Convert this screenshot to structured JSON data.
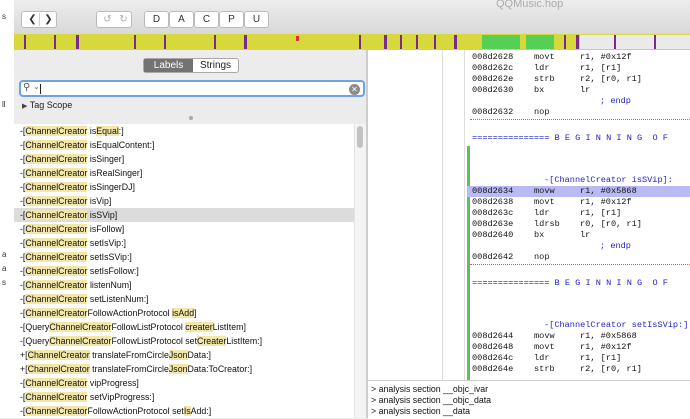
{
  "window": {
    "title": "QQMusic.hop"
  },
  "leftslit": {
    "lines": [
      "s",
      "ll",
      "a",
      "a",
      "s"
    ]
  },
  "toolbar": {
    "back_label": "❮",
    "forward_label": "❯",
    "undo_label": "↺",
    "redo_label": "↻",
    "mode_buttons": [
      "D",
      "A",
      "C",
      "P",
      "U"
    ]
  },
  "sidebar": {
    "tabs": {
      "labels": "Labels",
      "strings": "Strings"
    },
    "search": {
      "value": "",
      "icon": "magnifier-icon"
    },
    "tag_scope": "Tag Scope",
    "items": [
      {
        "pre": "-[",
        "hl": "ChannelCreator",
        "mid": " is",
        "hl2": "Equal",
        "post": ":]"
      },
      {
        "pre": "-[",
        "hl": "ChannelCreator",
        "mid": " is",
        "hl2": "",
        "post": "EqualContent:]"
      },
      {
        "pre": "-[",
        "hl": "ChannelCreator",
        "mid": " is",
        "hl2": "",
        "post": "Singer]"
      },
      {
        "pre": "-[",
        "hl": "ChannelCreator",
        "mid": " is",
        "hl2": "",
        "post": "RealSinger]"
      },
      {
        "pre": "-[",
        "hl": "ChannelCreator",
        "mid": " is",
        "hl2": "",
        "post": "SingerDJ]"
      },
      {
        "pre": "-[",
        "hl": "ChannelCreator",
        "mid": " is",
        "hl2": "",
        "post": "Vip]"
      },
      {
        "pre": "-[",
        "hl": "ChannelCreator",
        "mid": " is",
        "hl2": "",
        "post": "SVip]"
      },
      {
        "pre": "-[",
        "hl": "ChannelCreator",
        "mid": " is",
        "hl2": "",
        "post": "Follow]"
      },
      {
        "pre": "-[",
        "hl": "ChannelCreator",
        "mid": " setIs",
        "hl2": "",
        "post": "Vip:]"
      },
      {
        "pre": "-[",
        "hl": "ChannelCreator",
        "mid": " setIs",
        "hl2": "",
        "post": "SVip:]"
      },
      {
        "pre": "-[",
        "hl": "ChannelCreator",
        "mid": " setIs",
        "hl2": "",
        "post": "Follow:]"
      },
      {
        "pre": "-[",
        "hl": "ChannelCreator",
        "mid": " ",
        "hl2": "",
        "post": "listenNum]"
      },
      {
        "pre": "-[",
        "hl": "ChannelCreator",
        "mid": " setListenNum:]",
        "hl2": "",
        "post": ""
      },
      {
        "pre": "-[",
        "hl": "ChannelCreator",
        "mid": "FollowActionProtocol ",
        "hl2": "isAdd",
        "post": "]"
      },
      {
        "pre": "-[Query",
        "hl": "ChannelCreator",
        "mid": "FollowListProtocol ",
        "hl2": "creater",
        "post": "ListItem]"
      },
      {
        "pre": "-[Query",
        "hl": "ChannelCreator",
        "mid": "FollowListProtocol set",
        "hl2": "Creater",
        "post": "ListItem:]"
      },
      {
        "pre": "+[",
        "hl": "ChannelCreator",
        "mid": " translateFromCircle",
        "hl2": "Json",
        "post": "Data:]"
      },
      {
        "pre": "+[",
        "hl": "ChannelCreator",
        "mid": " translateFromCircle",
        "hl2": "Json",
        "post": "Data:ToCreator:]"
      },
      {
        "pre": "-[",
        "hl": "ChannelCreator",
        "mid": " vipProgress]",
        "hl2": "",
        "post": ""
      },
      {
        "pre": "-[",
        "hl": "ChannelCreator",
        "mid": " setVipProgress:]",
        "hl2": "",
        "post": ""
      },
      {
        "pre": "-[",
        "hl": "ChannelCreator",
        "mid": "FollowActionProtocol set",
        "hl2": "Is",
        "post": "Add:]"
      }
    ],
    "selected_index": 6
  },
  "disassembly": {
    "lines": [
      {
        "addr": "008d2628",
        "op": "movt",
        "args": "r1, #0x12f"
      },
      {
        "addr": "008d262c",
        "op": "ldr",
        "args": "r1, [r1]"
      },
      {
        "addr": "008d262e",
        "op": "strb",
        "args": "r2, [r0, r1]"
      },
      {
        "addr": "008d2630",
        "op": "bx",
        "args": "lr"
      },
      {
        "comment": "; endp"
      },
      {
        "addr": "008d2632",
        "op": "nop",
        "args": ""
      },
      {
        "sep": "=============== B E G I N N I N G  O F"
      },
      {
        "label": "-[ChannelCreator isSVip]:"
      },
      {
        "addr": "008d2634",
        "op": "movw",
        "args": "r1, #0x5868",
        "hi": true
      },
      {
        "addr": "008d2638",
        "op": "movt",
        "args": "r1, #0x12f"
      },
      {
        "addr": "008d263c",
        "op": "ldr",
        "args": "r1, [r1]"
      },
      {
        "addr": "008d263e",
        "op": "ldrsb",
        "args": "r0, [r0, r1]"
      },
      {
        "addr": "008d2640",
        "op": "bx",
        "args": "lr"
      },
      {
        "comment": "; endp"
      },
      {
        "addr": "008d2642",
        "op": "nop",
        "args": ""
      },
      {
        "sep": "=============== B E G I N N I N G  O F"
      },
      {
        "label": "-[ChannelCreator setIsSVip:]:"
      },
      {
        "addr": "008d2644",
        "op": "movw",
        "args": "r1, #0x5868"
      },
      {
        "addr": "008d2648",
        "op": "movt",
        "args": "r1, #0x12f"
      },
      {
        "addr": "008d264c",
        "op": "ldr",
        "args": "r1, [r1]"
      },
      {
        "addr": "008d264e",
        "op": "strb",
        "args": "r2, [r0, r1]"
      }
    ]
  },
  "console": {
    "lines": [
      "> analysis section __objc_ivar",
      "> analysis section __objc_data",
      "> analysis section __data"
    ]
  },
  "colors": {
    "navbar": "#d7d83c",
    "selection": "#b9b9f4",
    "accent": "#6ea1e8"
  }
}
